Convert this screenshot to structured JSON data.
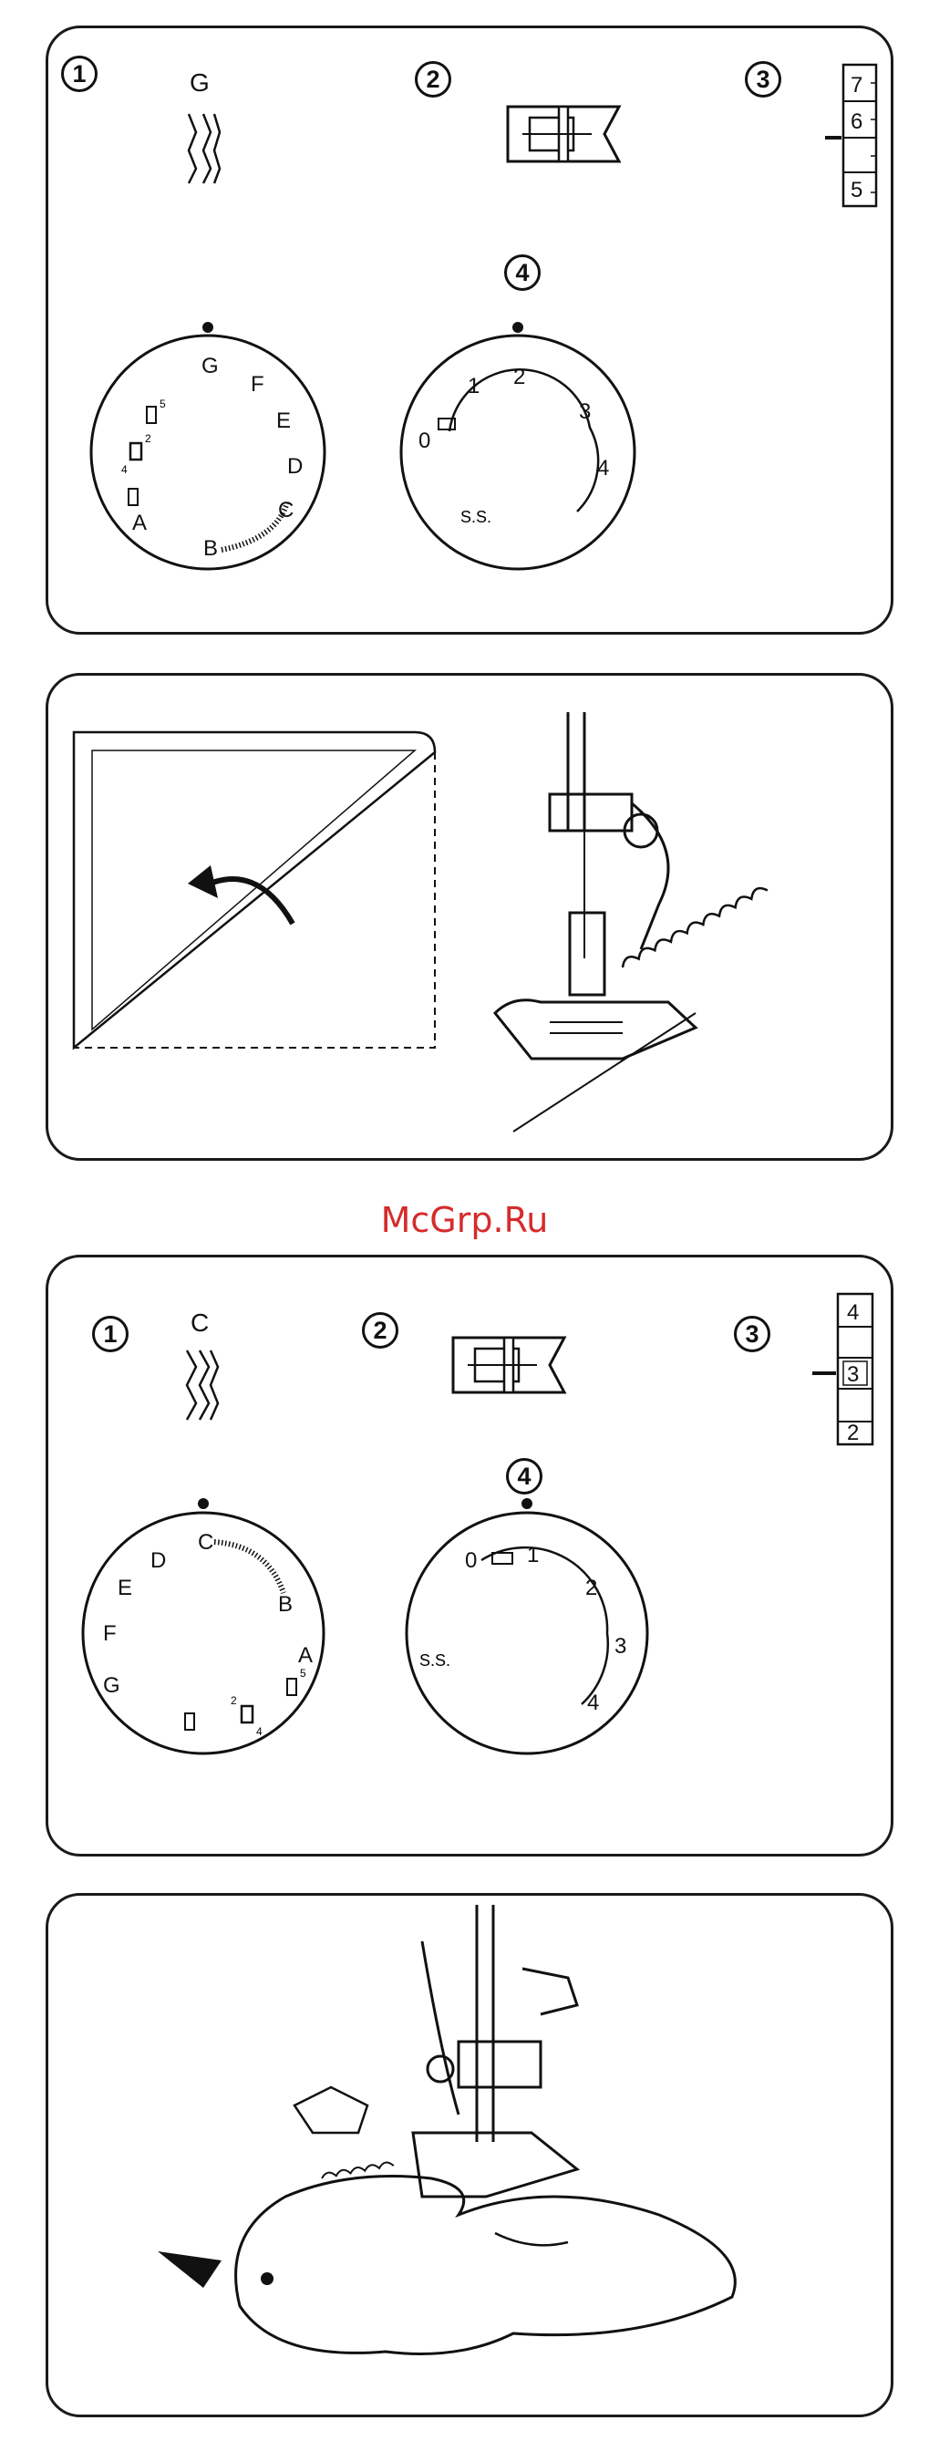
{
  "watermark": "McGrp.Ru",
  "panel1": {
    "step1": "1",
    "step2": "2",
    "step3": "3",
    "step4": "4",
    "pattern_letter": "G",
    "pattern_dial_labels": [
      "G",
      "F",
      "E",
      "D",
      "C",
      "B",
      "A"
    ],
    "pattern_dial_small": [
      "4",
      "2",
      "5"
    ],
    "length_dial_labels": [
      "0",
      "1",
      "2",
      "3",
      "4",
      "S.S."
    ],
    "width_scale": [
      "7",
      "6",
      "5"
    ]
  },
  "panel3": {
    "step1": "1",
    "step2": "2",
    "step3": "3",
    "step4": "4",
    "pattern_letter": "C",
    "pattern_dial_labels": [
      "G",
      "F",
      "E",
      "D",
      "C",
      "B",
      "A"
    ],
    "pattern_dial_small": [
      "4",
      "2",
      "5"
    ],
    "length_dial_labels": [
      "0",
      "1",
      "2",
      "3",
      "4",
      "S.S."
    ],
    "width_scale": [
      "4",
      "3",
      "2"
    ]
  },
  "colors": {
    "line": "#111111",
    "watermark": "#d62b2b"
  }
}
